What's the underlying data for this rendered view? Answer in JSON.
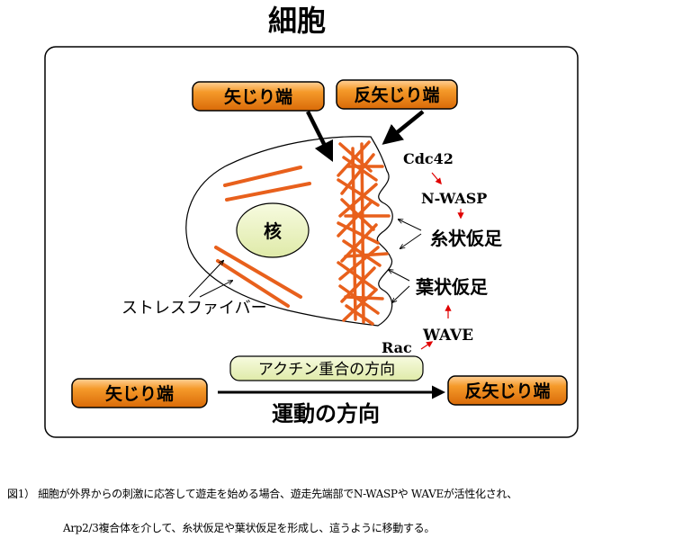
{
  "title": "細胞",
  "labels": {
    "pointed_end_top": "矢じり端",
    "barbed_end_top": "反矢じり端",
    "cdc42": "Cdc42",
    "nwasp": "N-WASP",
    "filopodia": "糸状仮足",
    "lamellipodia": "葉状仮足",
    "wave": "WAVE",
    "rac": "Rac",
    "nucleus": "核",
    "stress_fiber": "ストレスファイバー",
    "actin_direction": "アクチン重合の方向",
    "pointed_end_bottom": "矢じり端",
    "barbed_end_bottom": "反矢じり端",
    "movement_direction": "運動の方向"
  },
  "caption": {
    "line1": "図1） 細胞が外界からの刺激に応答して遊走を始める場合、遊走先端部でN-WASPや WAVEが活性化され、",
    "line2": "Arp2/3複合体を介して、糸状仮足や葉状仮足を形成し、這うように移動する。"
  },
  "colors": {
    "actin": "#e8601c",
    "label_box_fill": "#f08c1a",
    "label_box_border": "#000000",
    "nucleus_fill": "#eef5c0",
    "signal_arrow": "#e00000"
  }
}
